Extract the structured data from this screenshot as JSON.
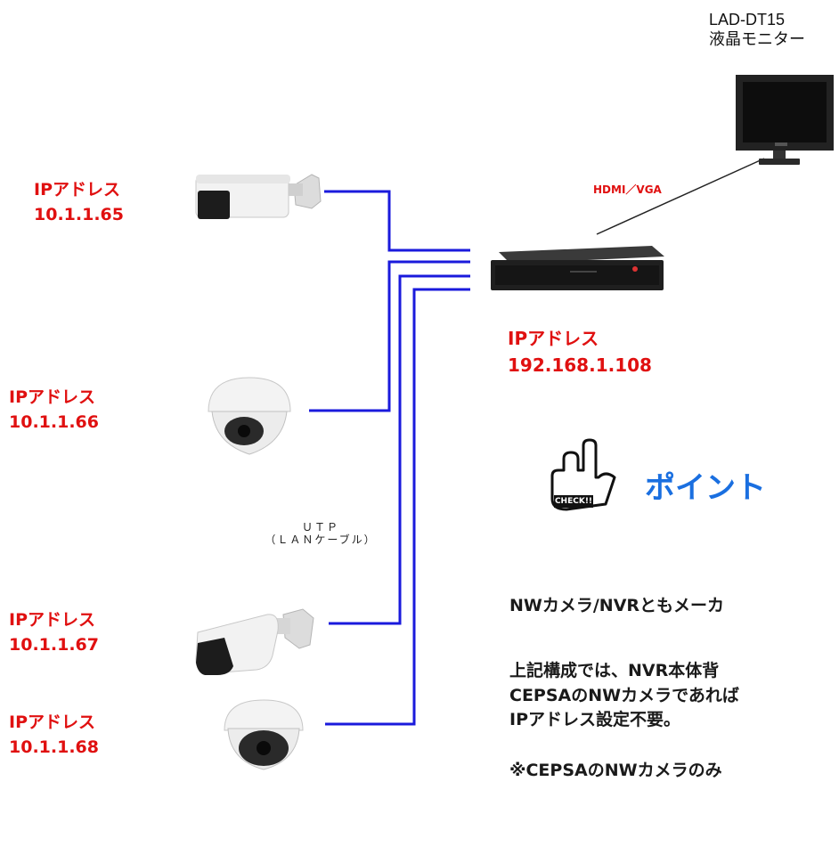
{
  "monitor": {
    "model": "LAD-DT15",
    "name": "液晶モニター"
  },
  "connection": {
    "video_label": "HDMI／VGA",
    "cable_line1": "ＵＴＰ",
    "cable_line2": "（ＬＡＮケーブル）"
  },
  "nvr": {
    "ip_label": "IPアドレス",
    "ip": "192.168.1.108"
  },
  "cameras": [
    {
      "ip_label": "IPアドレス",
      "ip": "10.1.1.65",
      "icon": "bullet-camera-icon"
    },
    {
      "ip_label": "IPアドレス",
      "ip": "10.1.1.66",
      "icon": "dome-camera-icon"
    },
    {
      "ip_label": "IPアドレス",
      "ip": "10.1.1.67",
      "icon": "bullet-camera-icon"
    },
    {
      "ip_label": "IPアドレス",
      "ip": "10.1.1.68",
      "icon": "dome-camera-icon"
    }
  ],
  "point": {
    "stamp": "CHECK!!",
    "title": "ポイント"
  },
  "notes": {
    "line1": "NWカメラ/NVRともメーカ",
    "line2": "上記構成では、NVR本体背",
    "line3": "CEPSAのNWカメラであれば",
    "line4": "IPアドレス設定不要。",
    "line5": "※CEPSAのNWカメラのみ"
  },
  "colors": {
    "ip_text": "#e01010",
    "cable": "#1a1adc",
    "point": "#1a6fe0"
  }
}
